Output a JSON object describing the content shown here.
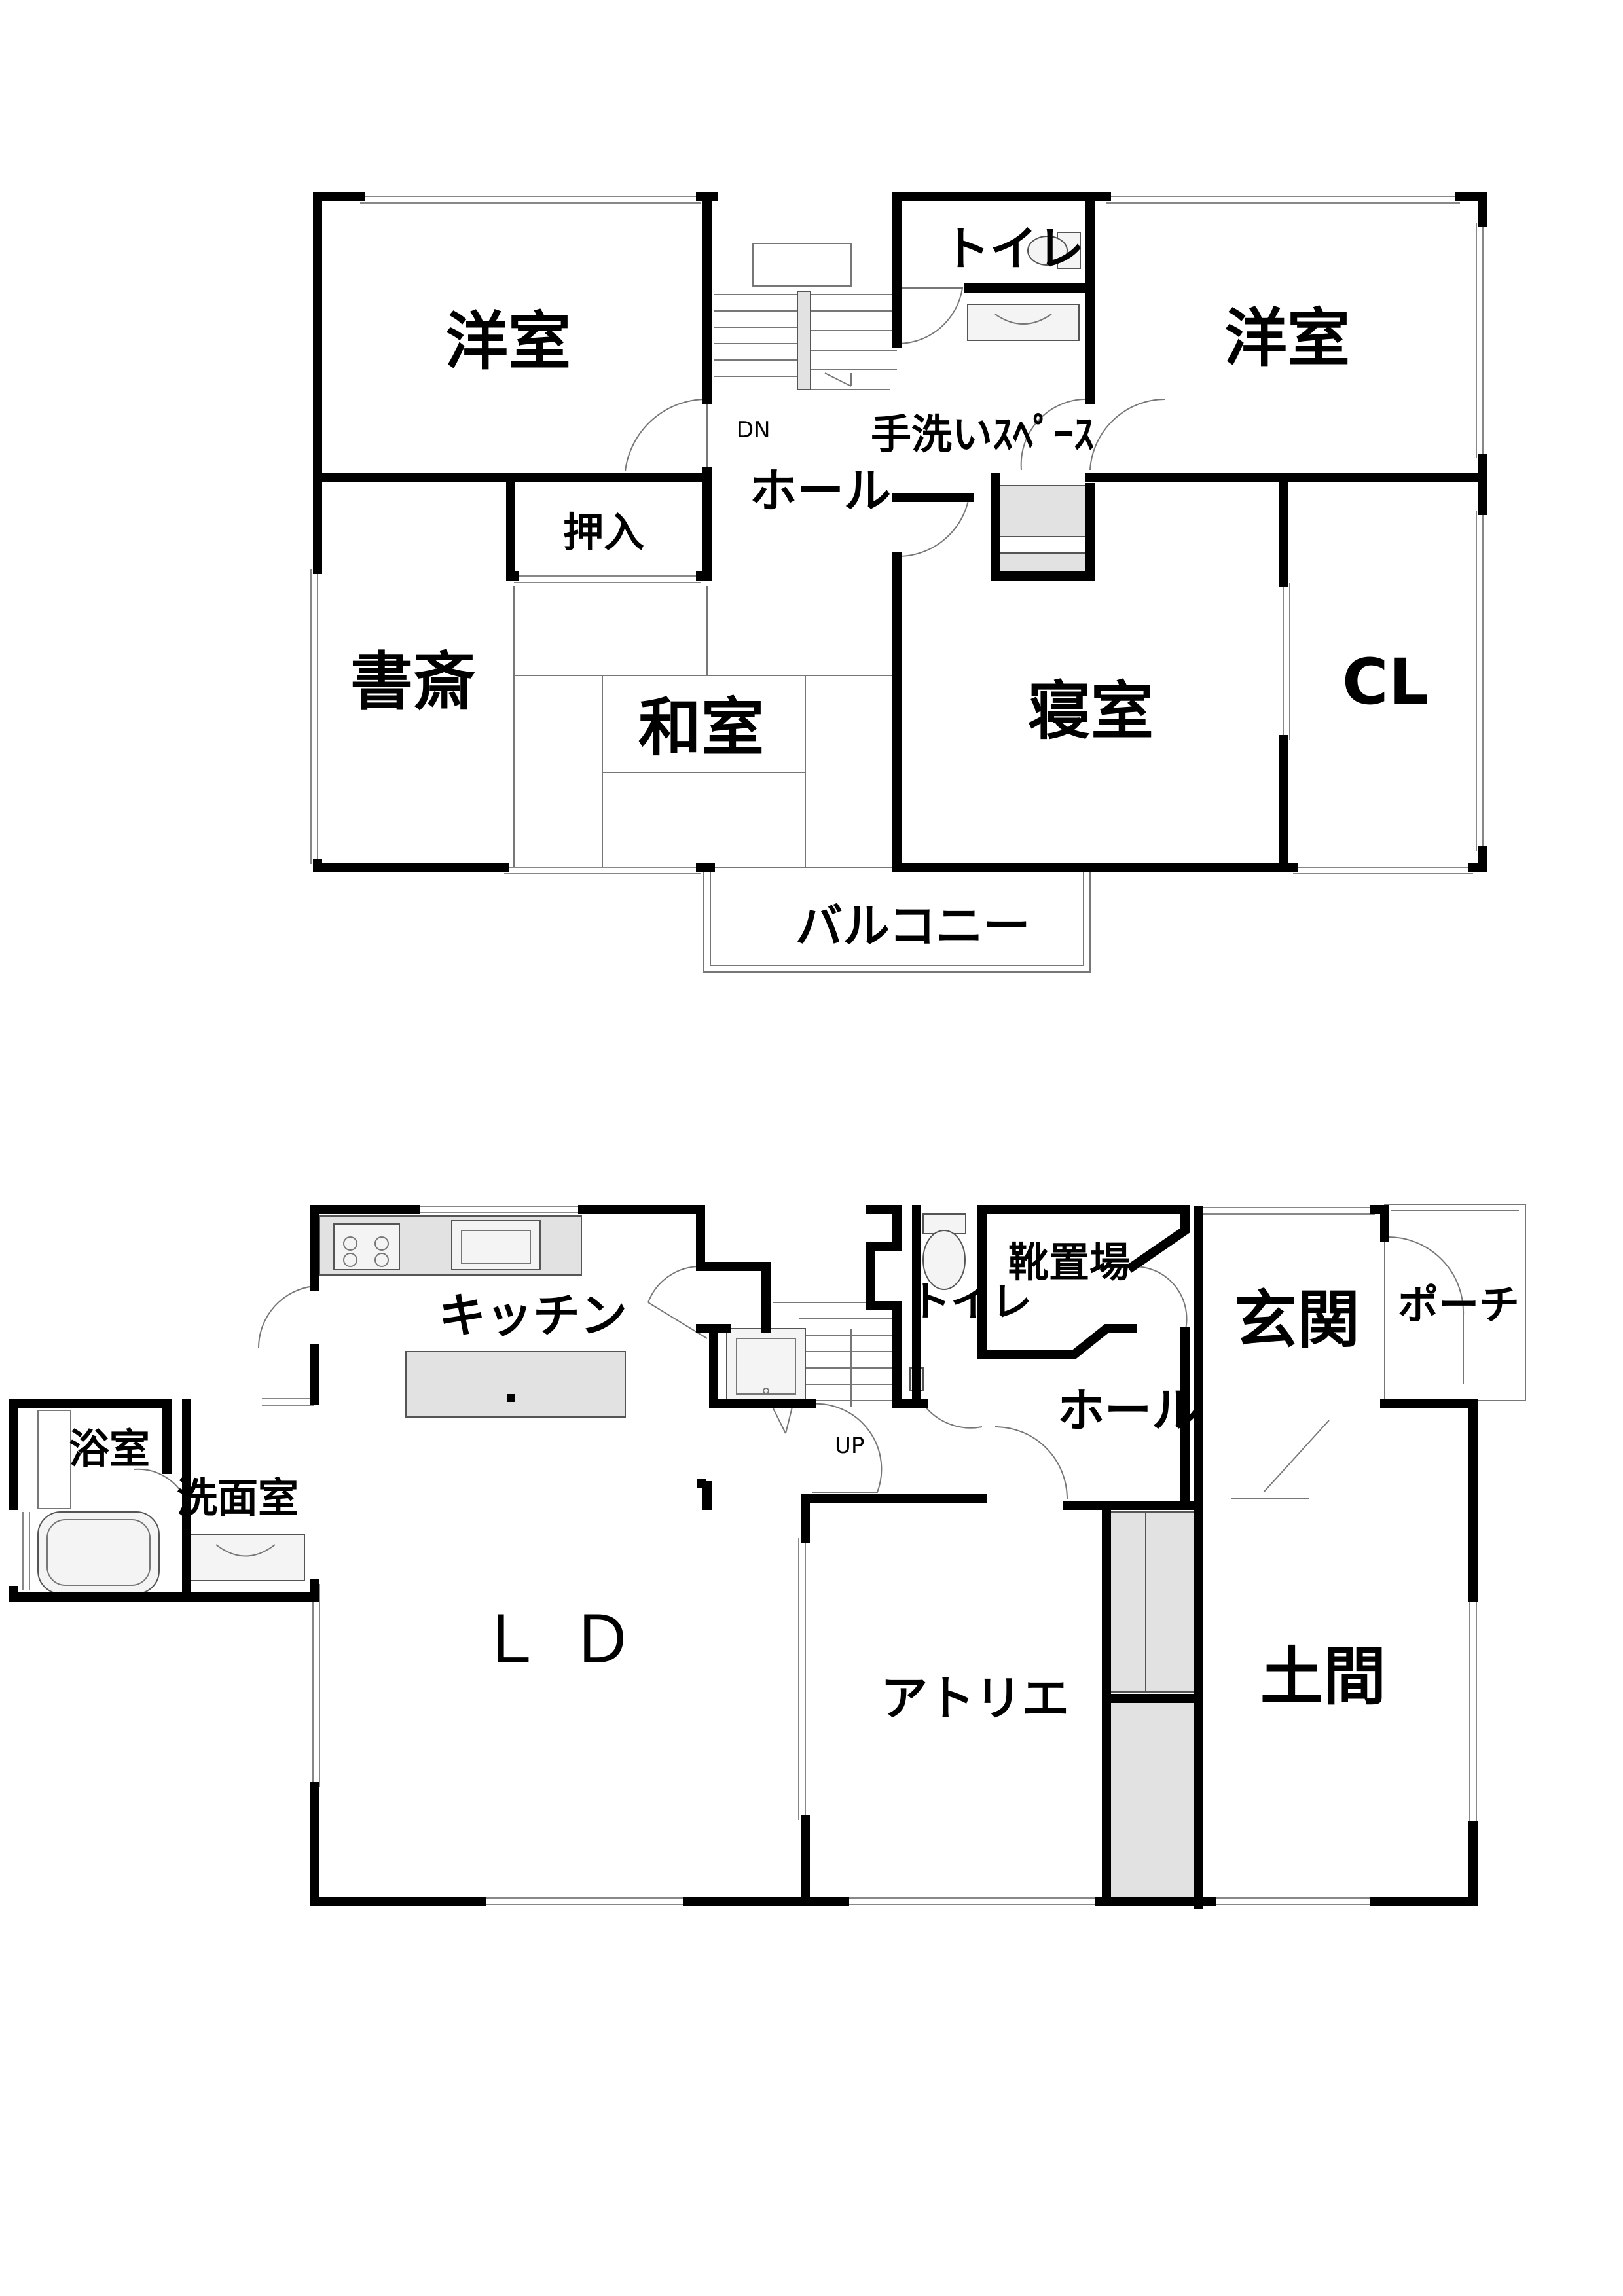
{
  "floors": {
    "upper": {
      "rooms": {
        "western_left": "洋室",
        "western_right": "洋室",
        "toilet": "トイレ",
        "washing_space": "手洗いｽﾍﾟｰｽ",
        "hall": "ホール",
        "stair_down": "DN",
        "closet": "押入",
        "study": "書斎",
        "japanese": "和室",
        "bedroom": "寝室",
        "walk_in_closet": "CL",
        "balcony": "バルコニー"
      }
    },
    "lower": {
      "rooms": {
        "kitchen": "キッチン",
        "bathroom": "浴室",
        "washroom": "洗面室",
        "living_dining": "ＬＤ",
        "stair_up": "UP",
        "toilet": "トイレ",
        "shoe_storage": "靴置場",
        "entrance": "玄関",
        "porch": "ポーチ",
        "hall": "ホール",
        "atelier": "アトリエ",
        "earth_floor": "土間"
      }
    }
  }
}
